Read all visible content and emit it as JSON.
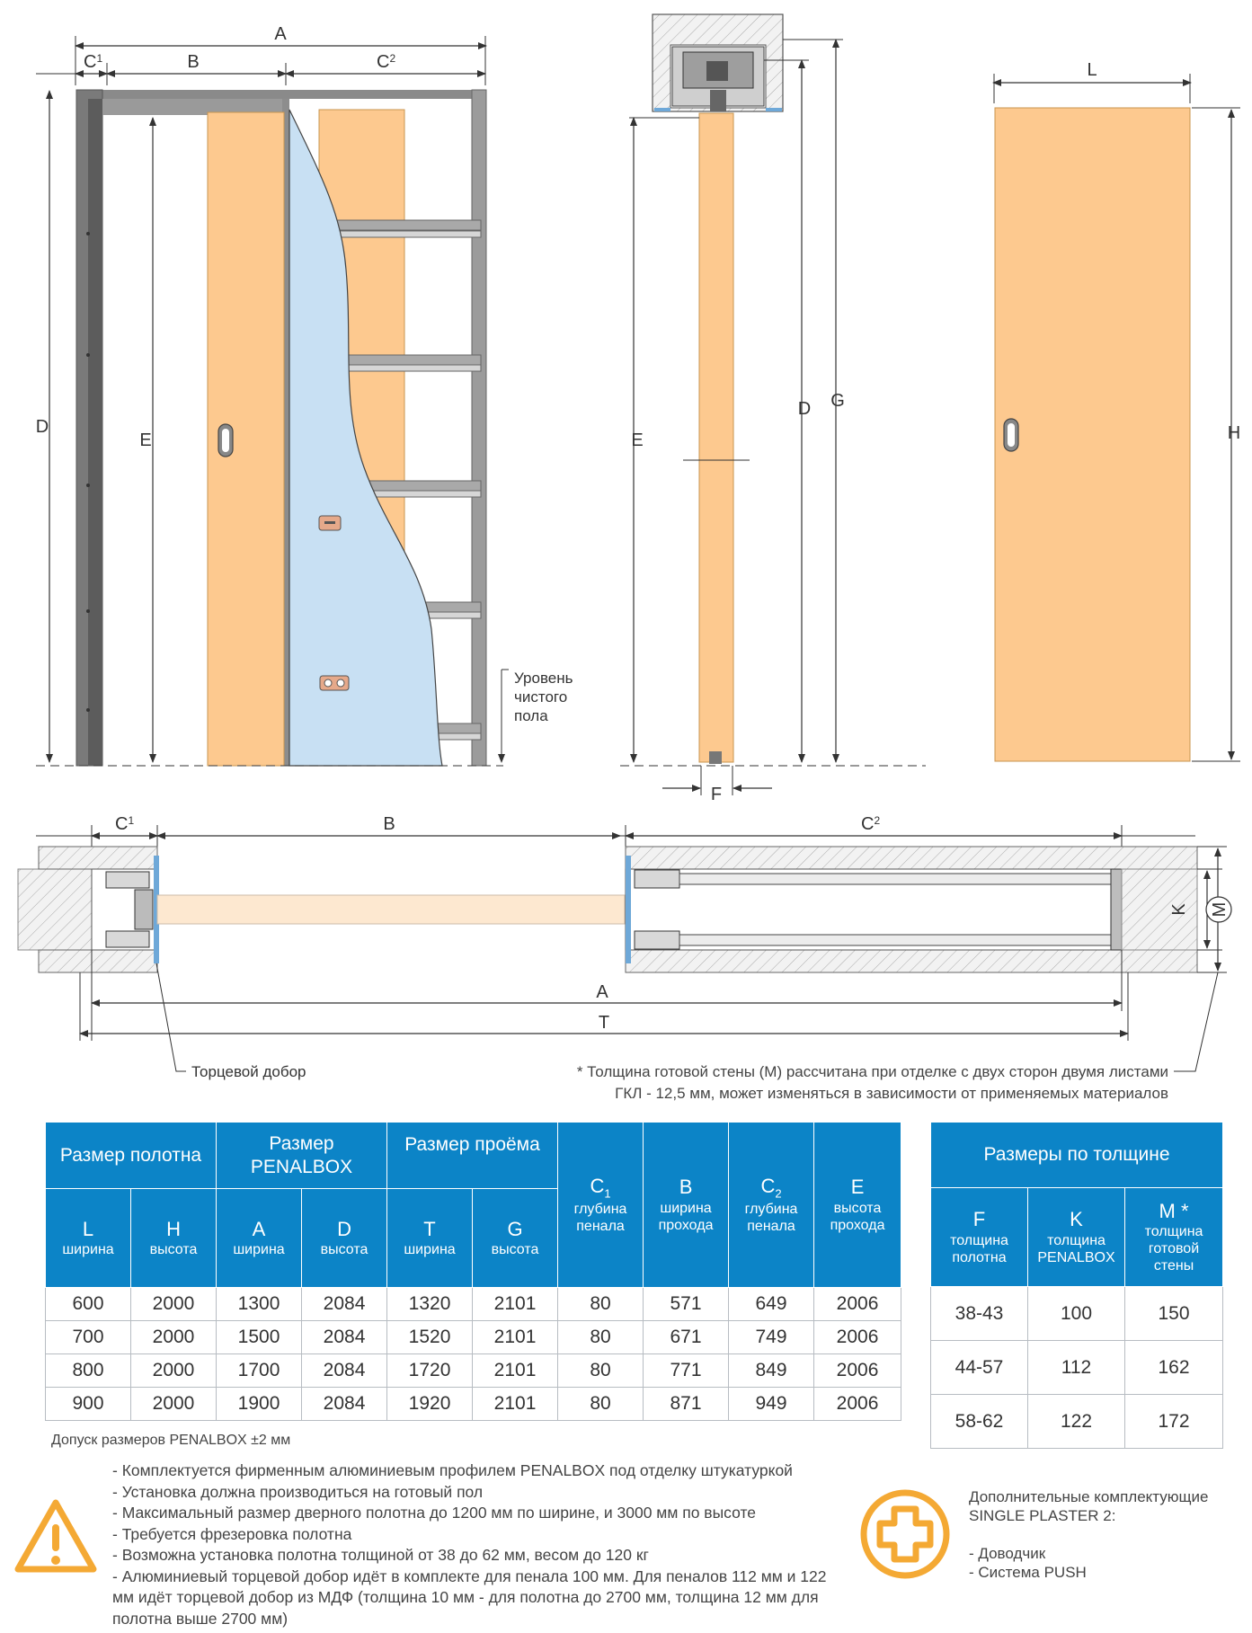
{
  "dimensions": {
    "top_front": {
      "A": "A",
      "C1": "C",
      "C1_sub": "1",
      "B": "B",
      "C2": "C",
      "C2_sub": "2",
      "D": "D",
      "E": "E"
    },
    "side": {
      "D": "D",
      "E": "E",
      "G": "G",
      "F": "F"
    },
    "leaf": {
      "L": "L",
      "H": "H"
    },
    "plan": {
      "C1": "C",
      "C1_sub": "1",
      "B": "B",
      "C2": "C",
      "C2_sub": "2",
      "A": "A",
      "T": "T",
      "K": "K",
      "M": "M"
    }
  },
  "floor_label": [
    "Уровень",
    "чистого",
    "пола"
  ],
  "end_strip_label": "Торцевой добор",
  "wall_note": [
    "* Толщина готовой стены (М) рассчитана при отделке с двух сторон двумя листами",
    "ГКЛ - 12,5 мм, может изменяться в зависимости от применяемых материалов"
  ],
  "main_table": {
    "groups": {
      "leaf": "Размер полотна",
      "penalbox_1": "Размер",
      "penalbox_2": "PENALBOX",
      "opening": "Размер  проёма"
    },
    "cols": [
      {
        "letter": "L",
        "sub": "ширина"
      },
      {
        "letter": "H",
        "sub": "высота"
      },
      {
        "letter": "A",
        "sub": "ширина"
      },
      {
        "letter": "D",
        "sub": "высота"
      },
      {
        "letter": "T",
        "sub": "ширина"
      },
      {
        "letter": "G",
        "sub": "высота"
      }
    ],
    "tall_cols": [
      {
        "letter": "C",
        "letter_sub": "1",
        "l1": "глубина",
        "l2": "пенала"
      },
      {
        "letter": "B",
        "letter_sub": "",
        "l1": "ширина",
        "l2": "прохода"
      },
      {
        "letter": "C",
        "letter_sub": "2",
        "l1": "глубина",
        "l2": "пенала"
      },
      {
        "letter": "E",
        "letter_sub": "",
        "l1": "высота",
        "l2": "прохода"
      }
    ],
    "rows": [
      [
        "600",
        "2000",
        "1300",
        "2084",
        "1320",
        "2101",
        "80",
        "571",
        "649",
        "2006"
      ],
      [
        "700",
        "2000",
        "1500",
        "2084",
        "1520",
        "2101",
        "80",
        "671",
        "749",
        "2006"
      ],
      [
        "800",
        "2000",
        "1700",
        "2084",
        "1720",
        "2101",
        "80",
        "771",
        "849",
        "2006"
      ],
      [
        "900",
        "2000",
        "1900",
        "2084",
        "1920",
        "2101",
        "80",
        "871",
        "949",
        "2006"
      ]
    ]
  },
  "thickness_table": {
    "title": "Размеры по толщине",
    "cols": [
      {
        "letter": "F",
        "l1": "толщина",
        "l2": "полотна",
        "l3": ""
      },
      {
        "letter": "K",
        "l1": "толщина",
        "l2": "PENALBOX",
        "l3": ""
      },
      {
        "letter": "M *",
        "l1": "толщина",
        "l2": "готовой",
        "l3": "стены"
      }
    ],
    "rows": [
      [
        "38-43",
        "100",
        "150"
      ],
      [
        "44-57",
        "112",
        "162"
      ],
      [
        "58-62",
        "122",
        "172"
      ]
    ]
  },
  "tolerance": "Допуск размеров PENALBOX ±2 мм",
  "requirements": [
    "- Комплектуется фирменным алюминиевым профилем PENALBOX под отделку штукатуркой",
    "- Установка должна производиться на готовый пол",
    "- Максимальный размер дверного полотна до 1200 мм по ширине, и 3000 мм по высоте",
    "- Требуется фрезеровка полотна",
    "- Возможна установка полотна толщиной от 38 до 62 мм, весом до 120 кг",
    "- Алюминиевый торцевой добор идёт в комплекте для пенала 100 мм. Для пеналов 112 мм и 122 мм идёт торцевой добор из МДФ (толщина 10 мм - для полотна до 2700 мм, толщина 12 мм для полотна выше 2700 мм)"
  ],
  "accessories": {
    "title1": "Дополнительные комплектующие",
    "title2": "SINGLE PLASTER 2:",
    "items": [
      "- Доводчик",
      "- Система PUSH"
    ]
  },
  "colors": {
    "door": "#fdc98f",
    "plaster": "#c8e0f3",
    "header": "#0c84c7",
    "icon": "#f4a934",
    "frame": "#777777"
  },
  "icons": [
    "warning-icon",
    "plus-icon",
    "door-handle-icon",
    "socket-icon"
  ]
}
